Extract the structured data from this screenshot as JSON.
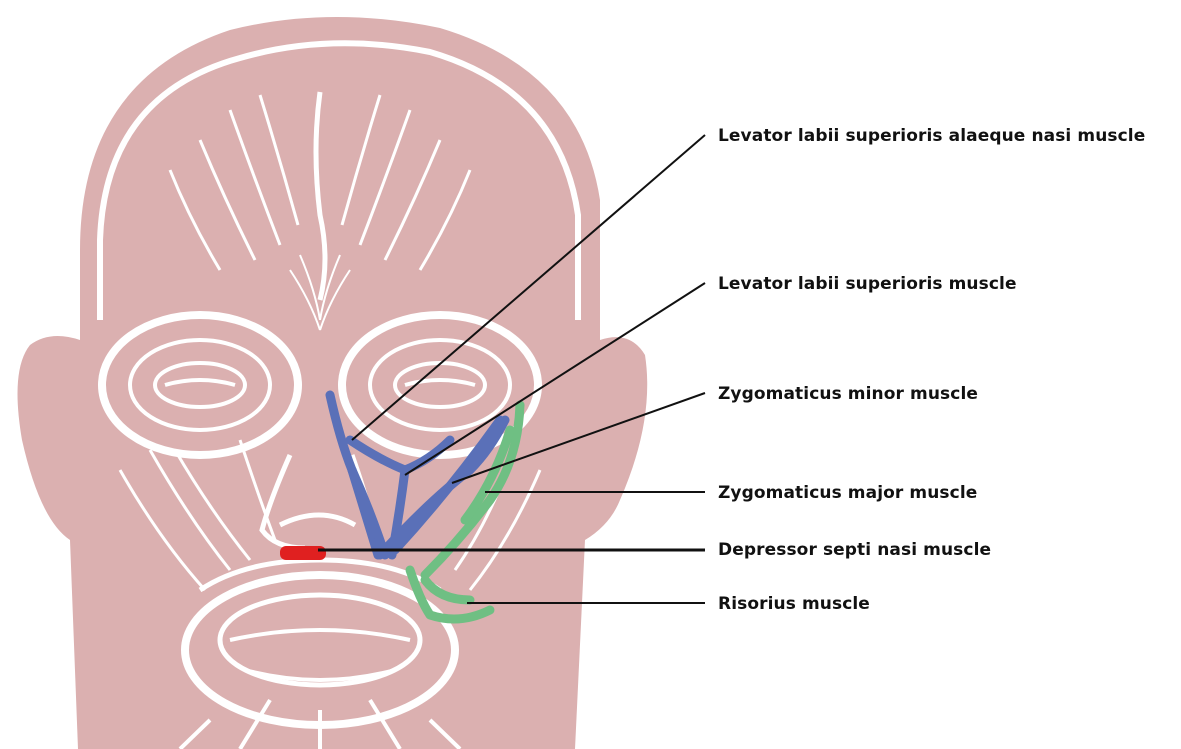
{
  "colors": {
    "face": "#dbb0b0",
    "face_lines": "#ffffff",
    "levator_group": "#5a70b8",
    "zygomaticus_group": "#6fbf83",
    "depressor_septi": "#e02020",
    "leader_lines": "#111111"
  },
  "labels": [
    {
      "id": "levator-labii-alaeque",
      "text": "Levator labii superioris alaeque nasi muscle"
    },
    {
      "id": "levator-labii",
      "text": "Levator labii superioris muscle"
    },
    {
      "id": "zygomaticus-minor",
      "text": "Zygomaticus minor muscle"
    },
    {
      "id": "zygomaticus-major",
      "text": "Zygomaticus major muscle"
    },
    {
      "id": "depressor-septi",
      "text": "Depressor septi nasi muscle"
    },
    {
      "id": "risorius",
      "text": "Risorius muscle"
    }
  ]
}
